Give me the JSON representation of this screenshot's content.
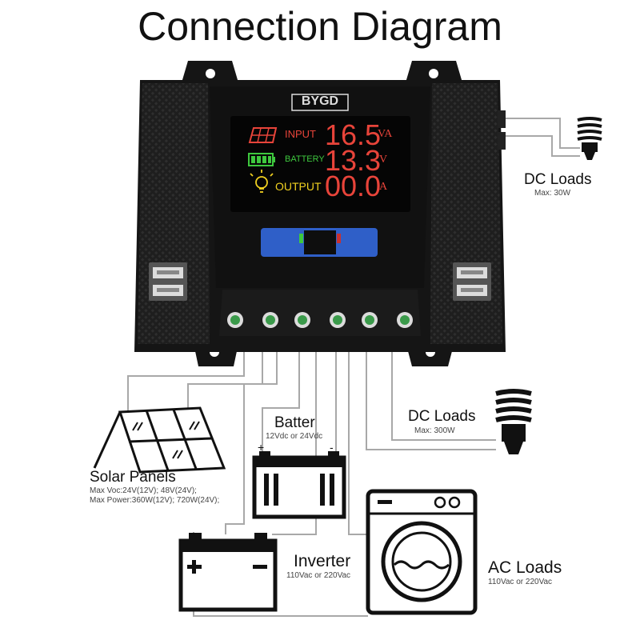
{
  "title": "Connection Diagram",
  "brand": "BYGD",
  "screen": {
    "rows": [
      {
        "label": "INPUT",
        "value": "16.5",
        "unit": "VA",
        "color": "#e8443a"
      },
      {
        "label": "BATTERY",
        "value": "13.3",
        "unit": "V",
        "color": "#e8443a"
      },
      {
        "label": "OUTPUT",
        "value": "00.0",
        "unit": "A",
        "color": "#e8443a"
      }
    ]
  },
  "labels": {
    "dc_loads_top": {
      "name": "DC Loads",
      "detail": "Max:  30W"
    },
    "dc_loads_mid": {
      "name": "DC Loads",
      "detail": "Max:  300W"
    },
    "battery": {
      "name": "Batter",
      "detail": "12Vdc or 24Vdc"
    },
    "solar": {
      "name": "Solar Panels",
      "detail1": "Max Voc:24V(12V); 48V(24V);",
      "detail2": "Max Power:360W(12V); 720W(24V);"
    },
    "inverter": {
      "name": "Inverter",
      "detail": "110Vac or 220Vac"
    },
    "ac_loads": {
      "name": "AC Loads",
      "detail": "110Vac or 220Vac"
    }
  },
  "colors": {
    "controller": "#151515",
    "wire": "#a8a8a8",
    "screen_green": "#3ec83e",
    "screen_yellow": "#f0d020",
    "button_blue": "#2f5fc8"
  }
}
